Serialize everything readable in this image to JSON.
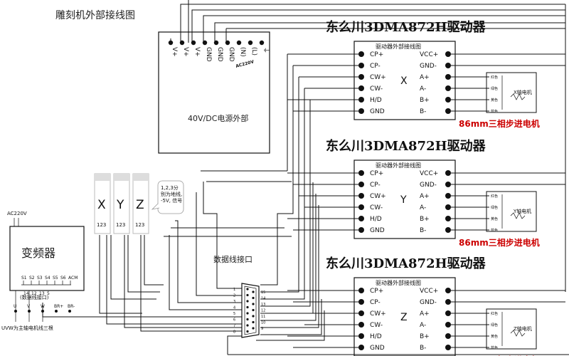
{
  "title": "雕刻机外部接线图",
  "power": {
    "label": "40V/DC电源外部",
    "terminals": [
      "V+",
      "V+",
      "V+",
      "GND",
      "GND",
      "GND",
      "(N)",
      "(L)",
      "⏚"
    ],
    "ac_label": "AC220V"
  },
  "drivers": [
    {
      "axis": "X",
      "title": "东么川3DMA872H驱动器",
      "subtitle": "驱动器外部接线图",
      "left_terms": [
        "CP+",
        "CP-",
        "CW+",
        "CW-",
        "H/D",
        "GND"
      ],
      "right_terms": [
        "VCC+",
        "GND-",
        "A+",
        "A-",
        "B+",
        "B-"
      ],
      "motor_label": "86mm三相步进电机",
      "motor_name": "X轴电机",
      "wire_colors": [
        "红色",
        "绿色",
        "黄色",
        "蓝色"
      ]
    },
    {
      "axis": "Y",
      "title": "东么川3DMA872H驱动器",
      "subtitle": "驱动器外部接线图",
      "left_terms": [
        "CP+",
        "CP-",
        "CW+",
        "CW-",
        "H/D",
        "GND"
      ],
      "right_terms": [
        "VCC+",
        "GND-",
        "A+",
        "A-",
        "B+",
        "B-"
      ],
      "motor_label": "86mm三相步进电机",
      "motor_name": "Y轴电机",
      "wire_colors": [
        "红色",
        "绿色",
        "黄色",
        "蓝色"
      ]
    },
    {
      "axis": "Z",
      "title": "东么川3DMA872H驱动器",
      "subtitle": "驱动器外部接线图",
      "left_terms": [
        "CP+",
        "CP-",
        "CW+",
        "CW-",
        "H/D",
        "GND"
      ],
      "right_terms": [
        "VCC+",
        "GND-",
        "A+",
        "A-",
        "B+",
        "B-"
      ],
      "motor_label": "86mm三相步进电机",
      "motor_name": "Z轴电机",
      "wire_colors": [
        "红色",
        "绿色",
        "黄色",
        "蓝色"
      ]
    }
  ],
  "limit_switches": [
    {
      "axis": "X",
      "pins": "123"
    },
    {
      "axis": "Y",
      "pins": "123"
    },
    {
      "axis": "Z",
      "pins": "123"
    }
  ],
  "callout": "1,2,3分\n别为地线,\n-5V, 信号",
  "connector": {
    "label": "数据线接口",
    "pins_left": [
      "1",
      "2",
      "3",
      "4",
      "5",
      "6",
      "7",
      "8"
    ],
    "pins_right": [
      "15",
      "14",
      "13",
      "12",
      "11",
      "10",
      "9"
    ]
  },
  "vfd": {
    "label": "变频器",
    "ac_label": "AC220V",
    "terminals": [
      "S1",
      "S2",
      "S3",
      "S4",
      "S5",
      "S6",
      "ACM"
    ],
    "numbers": [
      "14",
      "12",
      "13",
      "5"
    ],
    "data_label": "(数据线接口)",
    "outputs": [
      "U",
      "V",
      "W",
      "BR+",
      "BR-"
    ],
    "note": "UVW为主轴电机线三根"
  }
}
